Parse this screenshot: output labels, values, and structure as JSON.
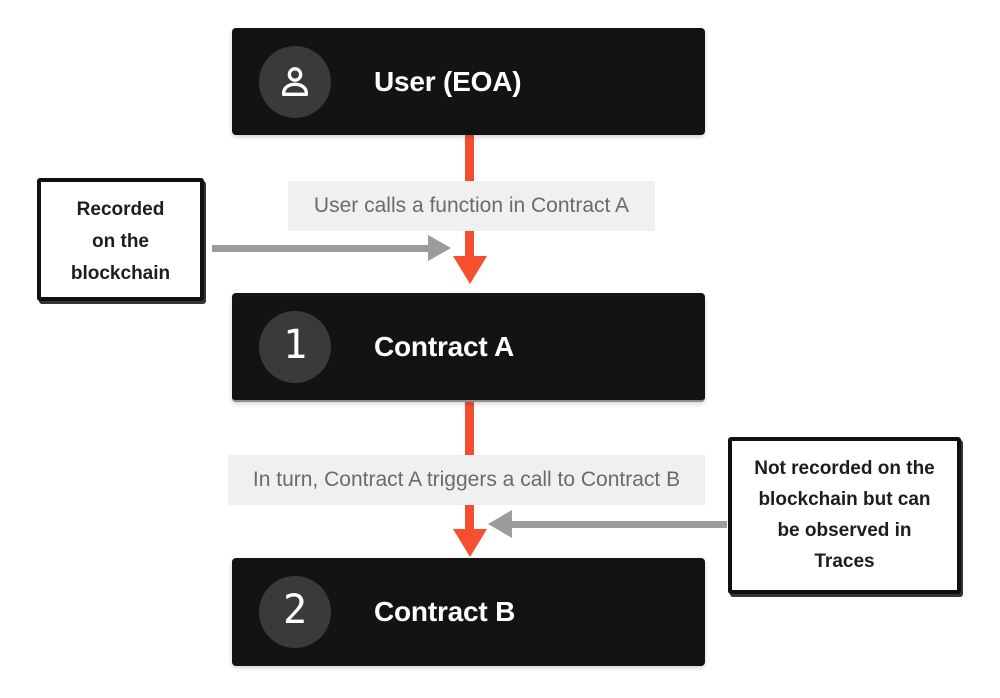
{
  "nodes": [
    {
      "label": "User (EOA)",
      "icon": "user"
    },
    {
      "badge": "1",
      "label": "Contract A"
    },
    {
      "badge": "2",
      "label": "Contract B"
    }
  ],
  "edges": [
    {
      "label": "User calls a function in Contract A"
    },
    {
      "label": "In turn, Contract A triggers a call to Contract B"
    }
  ],
  "annotations": [
    {
      "side": "left",
      "lines": [
        "Recorded",
        "on the",
        "blockchain"
      ]
    },
    {
      "side": "right",
      "lines": [
        "Not recorded on the",
        "blockchain but can",
        "be observed in",
        "Traces"
      ]
    }
  ],
  "colors": {
    "accent_orange": "#f4502f",
    "arrow_gray": "#9c9c9c",
    "node_background": "#131313",
    "badge_background": "#3a3a3a",
    "edge_label_background": "#f0f0ef",
    "annotation_border": "#101010"
  }
}
